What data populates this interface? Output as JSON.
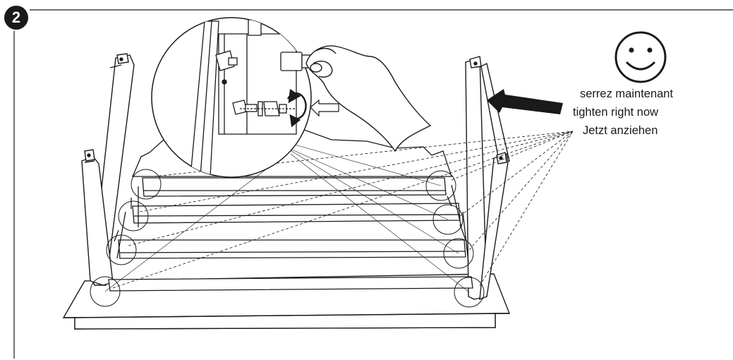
{
  "step": {
    "number": "2"
  },
  "instructions": {
    "fr": "serrez maintenant",
    "en": "tighten right now",
    "de": "Jetzt anziehen"
  },
  "icons": {
    "smiley": "smiley-face-icon",
    "arrow": "arrow-pointer-icon",
    "rotate": "clockwise-rotation-icon"
  },
  "colors": {
    "ink": "#1a1a1a",
    "paper": "#ffffff"
  }
}
